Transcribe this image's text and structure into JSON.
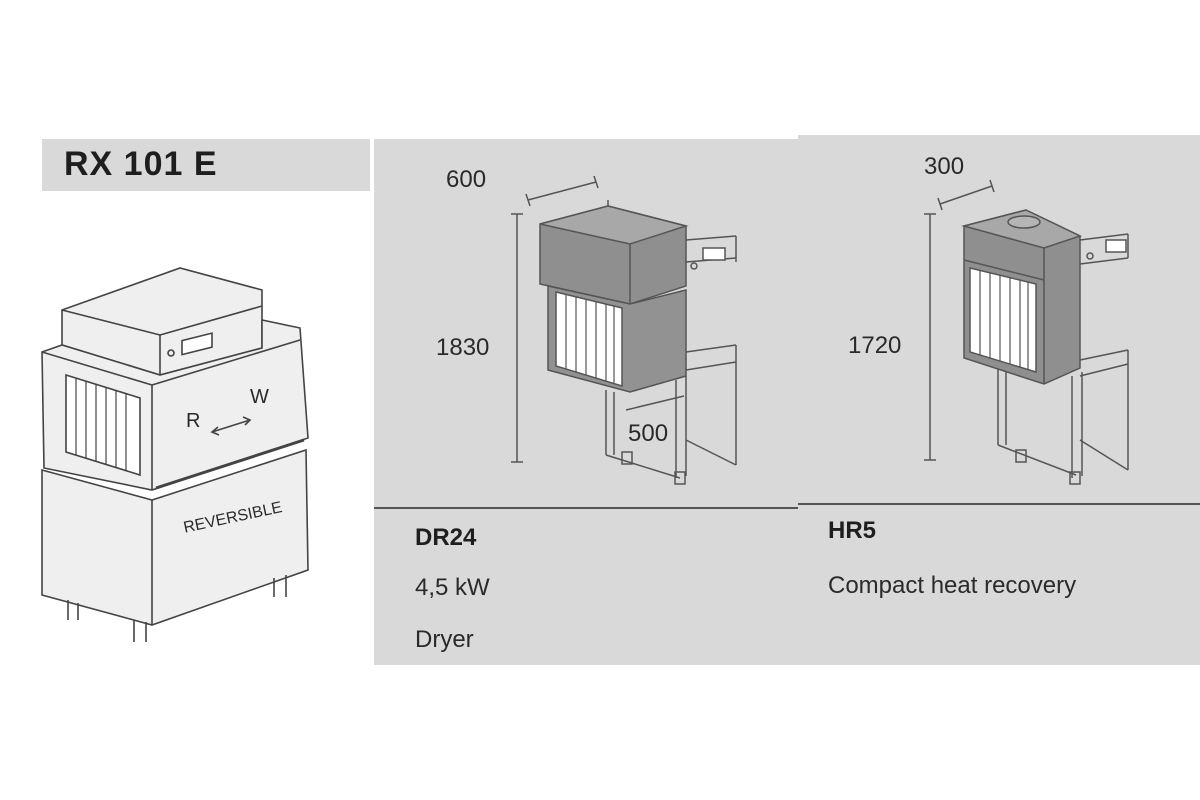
{
  "machine": {
    "model": "RX 101 E",
    "dir_left": "R",
    "dir_right": "W",
    "side_label": "REVERSIBLE"
  },
  "dryer": {
    "code": "DR24",
    "power": "4,5 kW",
    "name": "Dryer",
    "dim_width": "600",
    "dim_height": "1830",
    "dim_depth": "500"
  },
  "heat_recovery": {
    "code": "HR5",
    "name": "Compact heat recovery",
    "dim_width": "300",
    "dim_height": "1720"
  }
}
